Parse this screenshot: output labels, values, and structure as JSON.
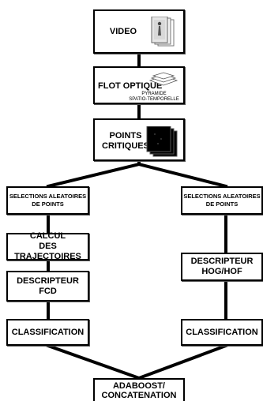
{
  "nodes": {
    "video": "VIDEO",
    "flot": "FLOT OPTIQUE",
    "pyramide": "PYRAMIDE\nSPATIO-TEMPORELLE",
    "points": "POINTS\nCRITIQUES",
    "sel_left": "SELECTIONS ALEATOIRES\nDE POINTS",
    "sel_right": "SELECTIONS ALEATOIRES\nDE POINTS",
    "calcul": "CALCUL\nDES TRAJECTOIRES",
    "fcd": "DESCRIPTEUR\nFCD",
    "hog": "DESCRIPTEUR\nHOG/HOF",
    "class_left": "CLASSIFICATION",
    "class_right": "CLASSIFICATION",
    "ada": "ADABOOST/\nCONCATENATION"
  }
}
